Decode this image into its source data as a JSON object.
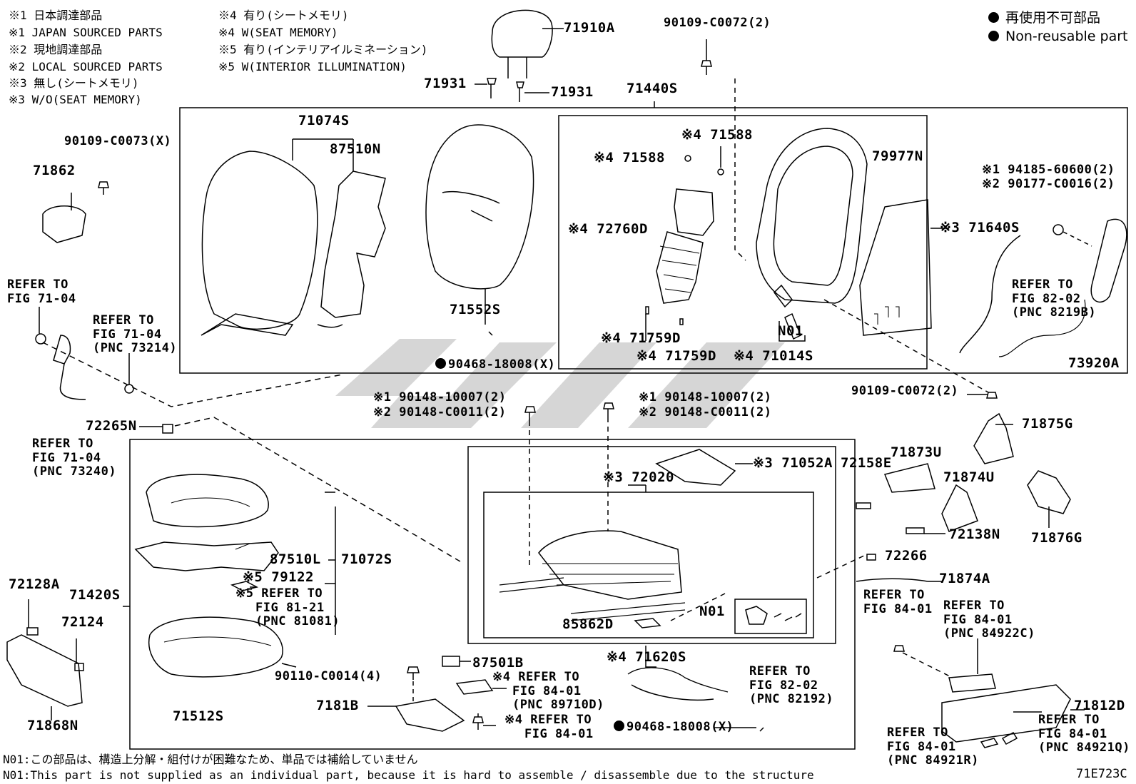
{
  "notes_top_left": [
    "※1 日本調達部品",
    "※1 JAPAN SOURCED PARTS",
    "※2 現地調達部品",
    "※2 LOCAL SOURCED PARTS",
    "※3 無し(シートメモリ)",
    "※3 W/O(SEAT MEMORY)"
  ],
  "notes_top_mid": [
    "※4 有り(シートメモリ)",
    "※4 W(SEAT MEMORY)",
    "※5 有り(インテリアイルミネーション)",
    "※5 W(INTERIOR ILLUMINATION)"
  ],
  "legend": {
    "jp": "再使用不可部品",
    "en": "Non-reusable part"
  },
  "labels": {
    "p71910A": "71910A",
    "p71931a": "71931",
    "p71931b": "71931",
    "p90109_c0072_top": "90109-C0072(2)",
    "p71440S": "71440S",
    "p90109_c0073": "90109-C0073(X)",
    "p71862": "71862",
    "p71074S": "71074S",
    "p87510N": "87510N",
    "p71588a": "※4 71588",
    "p71588b": "※4 71588",
    "p72760D": "※4 72760D",
    "p79977N": "79977N",
    "p94185": "※1 94185-60600(2)",
    "p90177": "※2 90177-C0016(2)",
    "p71640S": "※3 71640S",
    "p71552S": "71552S",
    "p71759Da": "※4 71759D",
    "p71759Db": "※4 71759D",
    "pN01a": "N01",
    "p71014S": "※4 71014S",
    "p90468a": "90468-18008(X)",
    "p73920A": "73920A",
    "p90109_c0072_mid": "90109-C0072(2)",
    "p90148a1": "※1 90148-10007(2)",
    "p90148a2": "※2 90148-C0011(2)",
    "p90148b1": "※1 90148-10007(2)",
    "p90148b2": "※2 90148-C0011(2)",
    "p72265N": "72265N",
    "p71875G": "71875G",
    "p71052A": "※3 71052A",
    "p72020": "※3 72020",
    "p72158E": "72158E",
    "p71873U": "71873U",
    "p71874U": "71874U",
    "p87510L": "87510L",
    "p71072S": "71072S",
    "p79122": "※5 79122",
    "p72138N": "72138N",
    "p71876G": "71876G",
    "p72266": "72266",
    "p72128A": "72128A",
    "p71420S": "71420S",
    "p71874A": "71874A",
    "pN01b": "N01",
    "p72124": "72124",
    "p85862D": "85862D",
    "p87501B": "87501B",
    "p71620S": "※4 71620S",
    "p90110": "90110-C0014(4)",
    "p71512S": "71512S",
    "p7181B": "7181B",
    "p71812D": "71812D",
    "p90468b": "90468-18008(X)",
    "p71868N": "71868N"
  },
  "refers": {
    "r1": [
      "REFER TO",
      "FIG 71-04"
    ],
    "r2": [
      "REFER TO",
      "FIG 71-04",
      "(PNC 73214)"
    ],
    "r3": [
      "REFER TO",
      "FIG 71-04",
      "(PNC 73240)"
    ],
    "r4": [
      "REFER TO",
      "FIG 82-02",
      "(PNC 8219B)"
    ],
    "r5": [
      "※5 REFER TO",
      "FIG 81-21",
      "(PNC 81081)"
    ],
    "r6": [
      "REFER TO",
      "FIG 84-01"
    ],
    "r7": [
      "REFER TO",
      "FIG 84-01",
      "(PNC 84922C)"
    ],
    "r8": [
      "※4 REFER TO",
      "FIG 84-01",
      "(PNC 89710D)"
    ],
    "r9": [
      "REFER TO",
      "FIG 82-02",
      "(PNC 82192)"
    ],
    "r10": [
      "※4 REFER TO",
      "FIG 84-01"
    ],
    "r11": [
      "REFER TO",
      "FIG 84-01",
      "(PNC 84921R)"
    ],
    "r12": [
      "REFER TO",
      "FIG 84-01",
      "(PNC 84921Q)"
    ]
  },
  "footer": {
    "jp": "N01:この部品は、構造上分解・組付けが困難なため、単品では補給していません",
    "en": "N01:This part is not supplied as an individual part, because it is hard to assemble / disassemble due to the structure",
    "code": "71E723C"
  },
  "colors": {
    "ink": "#000000",
    "watermark": "#cfcfcf"
  }
}
